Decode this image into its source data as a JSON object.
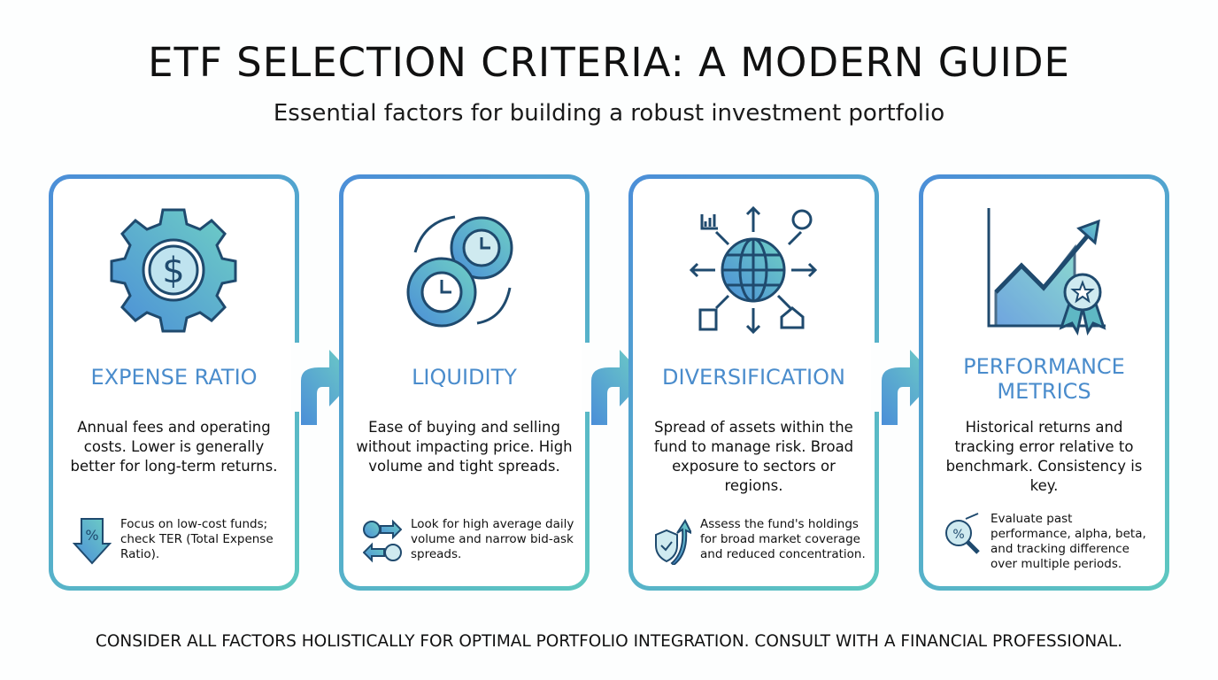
{
  "header": {
    "title": "ETF SELECTION CRITERIA: A MODERN GUIDE",
    "subtitle": "Essential factors for building a robust investment portfolio"
  },
  "cards": [
    {
      "title": "EXPENSE RATIO",
      "description": "Annual fees and operating costs. Lower is generally better for long-term returns.",
      "tip": "Focus on low-cost funds; check TER (Total Expense Ratio).",
      "icon": "gear-dollar-icon",
      "tip_icon": "percent-down-arrow-icon"
    },
    {
      "title": "LIQUIDITY",
      "description": "Ease of buying and selling without impacting price. High volume and tight spreads.",
      "tip": "Look for high average daily volume and narrow bid-ask spreads.",
      "icon": "gears-clock-icon",
      "tip_icon": "clock-exchange-arrows-icon"
    },
    {
      "title": "DIVERSIFICATION",
      "description": "Spread of assets within the fund to manage risk. Broad exposure to sectors or regions.",
      "tip": "Assess the fund's holdings for broad market coverage and reduced concentration.",
      "icon": "globe-arrows-icon",
      "tip_icon": "shield-arrow-icon"
    },
    {
      "title": "PERFORMANCE METRICS",
      "description": "Historical returns and tracking error relative to benchmark. Consistency is key.",
      "tip": "Evaluate past performance, alpha, beta, and tracking difference over multiple periods.",
      "icon": "chart-ribbon-icon",
      "tip_icon": "magnifier-percent-icon"
    }
  ],
  "footer": "CONSIDER ALL FACTORS HOLISTICALLY FOR OPTIMAL PORTFOLIO INTEGRATION. CONSULT WITH A FINANCIAL PROFESSIONAL.",
  "colors": {
    "accent_blue": "#4a8ccc",
    "accent_teal": "#5ec8c0"
  }
}
